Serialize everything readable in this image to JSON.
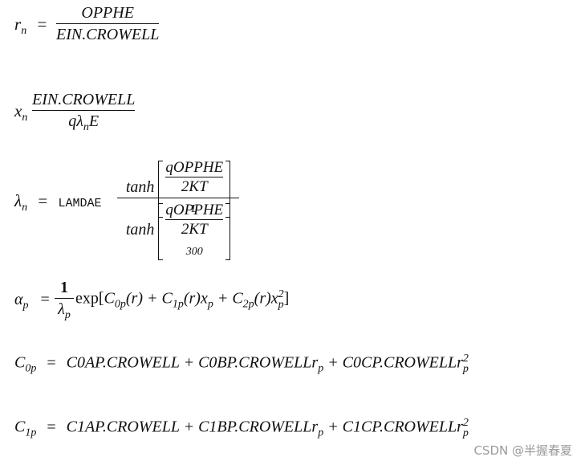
{
  "eq1": {
    "lhs": "r",
    "lhs_sub": "n",
    "eq": "=",
    "num": "OPPHE",
    "den": "EIN.CROWELL"
  },
  "eq2": {
    "lhs": "x",
    "lhs_sub": "n",
    "num": "EIN.CROWELL",
    "den_q": "qλ",
    "den_sub": "n",
    "den_e": "E"
  },
  "eq3": {
    "lhs": "λ",
    "lhs_sub": "n",
    "eq": "=",
    "coef": "LAMDAE",
    "tanh": "tanh",
    "top_num": "qOPPHE",
    "top_den": "2KT",
    "top_den_sub": "L",
    "bot_num": "qOPPHE",
    "bot_den": "2KT",
    "bot_den_sub": "300"
  },
  "eq4": {
    "lhs": "α",
    "lhs_sub": "p",
    "eq": "=",
    "one": "1",
    "lam": "λ",
    "lam_sub": "p",
    "exp": "exp[",
    "c0": "C",
    "c0_sub": "0p",
    "r0": "(r) + ",
    "c1": "C",
    "c1_sub": "1p",
    "r1": "(r)x",
    "x1_sub": "p",
    "plus": " + ",
    "c2": "C",
    "c2_sub": "2p",
    "r2": "(r)x",
    "x2_sub": "p",
    "x2_sup": "2",
    "close": "]"
  },
  "eq5": {
    "lhs": "C",
    "lhs_sub": "0p",
    "eq": "=",
    "t1": "C0AP.CROWELL + C0BP.CROWELLr",
    "t1_sub": "p",
    "t2": " + C0CP.CROWELLr",
    "t2_sub": "p",
    "t2_sup": "2"
  },
  "eq6": {
    "lhs": "C",
    "lhs_sub": "1p",
    "eq": "=",
    "t1": "C1AP.CROWELL + C1BP.CROWELLr",
    "t1_sub": "p",
    "t2": " + C1CP.CROWELLr",
    "t2_sub": "p",
    "t2_sup": "2"
  },
  "watermark": "CSDN @半握春夏"
}
